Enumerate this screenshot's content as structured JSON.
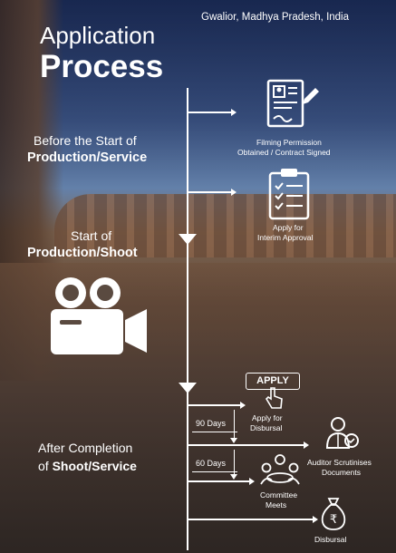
{
  "header": {
    "location": "Gwalior, Madhya Pradesh, India",
    "title_line1": "Application",
    "title_line2": "Process"
  },
  "stages": {
    "before": {
      "line1": "Before the Start of",
      "line2": "Production/Service"
    },
    "start": {
      "line1": "Start of",
      "line2": "Production/Shoot"
    },
    "after": {
      "line1": "After Completion",
      "line2_pre": "of ",
      "line2_bold": "Shoot/Service"
    }
  },
  "steps": {
    "filming": {
      "line1": "Filming Permission",
      "line2": "Obtained / Contract Signed"
    },
    "interim": {
      "line1": "Apply for",
      "line2": "Interim Approval"
    },
    "apply_badge": "APPLY",
    "disbursal_apply": {
      "line1": "Apply for",
      "line2": "Disbursal"
    },
    "auditor": {
      "line1": "Auditor Scrutinises",
      "line2": "Documents"
    },
    "committee": {
      "line1": "Committee",
      "line2": "Meets"
    },
    "disbursal": {
      "line1": "Disbursal"
    }
  },
  "durations": {
    "first": "90 Days",
    "second": "60 Days"
  },
  "icons": {
    "filming": "contract-icon",
    "interim": "clipboard-checklist-icon",
    "camera": "video-camera-icon",
    "apply": "apply-click-icon",
    "auditor": "auditor-icon",
    "committee": "committee-icon",
    "disbursal": "rupee-money-bag-icon"
  },
  "colors": {
    "text": "#ffffff",
    "sky": "#4d6aa0",
    "stone": "#6b4e3a"
  }
}
